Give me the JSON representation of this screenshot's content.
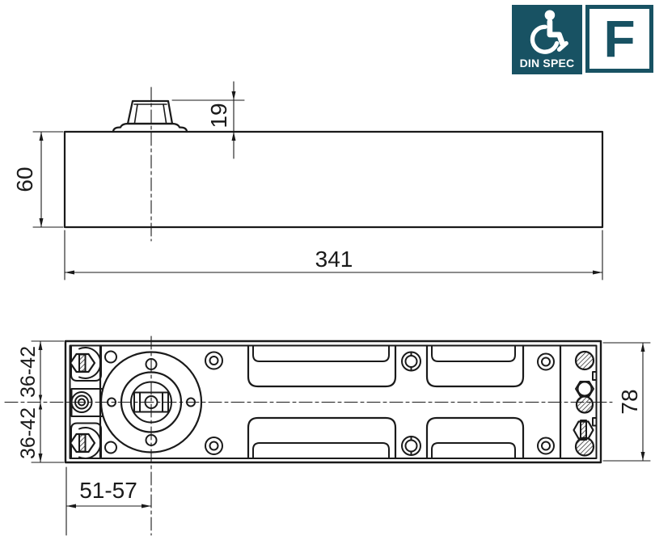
{
  "drawing": {
    "ink": "#1a1a1a",
    "side_view": {
      "dim_body_height": "60",
      "dim_spindle_height": "19",
      "dim_body_length": "341"
    },
    "plan_view": {
      "dim_axis_top": "36-42",
      "dim_axis_bottom": "36-42",
      "dim_body_width": "78",
      "dim_edge_to_axis": "51-57"
    }
  },
  "badges": {
    "din_spec": {
      "label": "DIN SPEC",
      "background": "#185263",
      "text_color": "#ffffff",
      "icon": "wheelchair-icon"
    },
    "fire_rating": {
      "label": "F",
      "color": "#185263",
      "background": "#ffffff"
    }
  }
}
